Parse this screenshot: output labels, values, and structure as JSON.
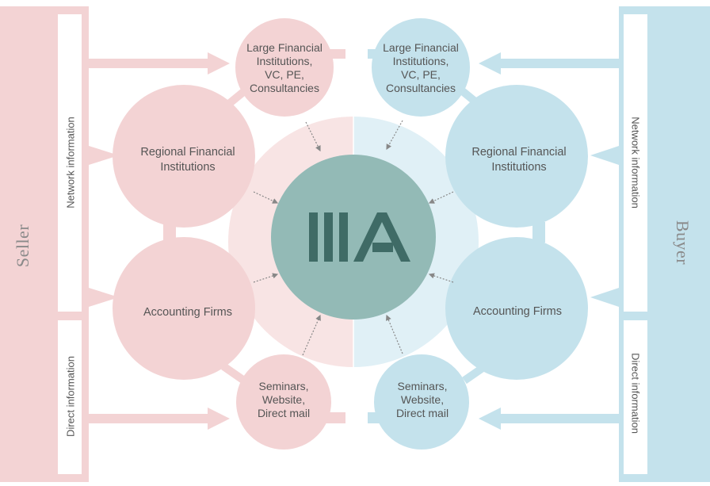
{
  "colors": {
    "seller": "#f3d3d4",
    "seller_light": "#f8e4e4",
    "buyer": "#c4e2ec",
    "buyer_light": "#e0f0f6",
    "center": "#93bab6",
    "logo": "#3f6b66",
    "text": "#555555",
    "side_text": "#8a8a8a",
    "arrow_dotted": "#888888"
  },
  "center": {
    "logo_icon": "iia-logo-icon"
  },
  "seller": {
    "title": "Seller",
    "channel_network": "Network information",
    "channel_direct": "Direct information",
    "nodes": {
      "large": [
        "Large Financial",
        "Institutions,",
        "VC, PE,",
        "Consultancies"
      ],
      "regional": [
        "Regional Financial",
        "Institutions"
      ],
      "accounting": [
        "Accounting Firms"
      ],
      "seminars": [
        "Seminars,",
        "Website,",
        "Direct mail"
      ]
    }
  },
  "buyer": {
    "title": "Buyer",
    "channel_network": "Network information",
    "channel_direct": "Direct information",
    "nodes": {
      "large": [
        "Large Financial",
        "Institutions,",
        "VC, PE,",
        "Consultancies"
      ],
      "regional": [
        "Regional Financial",
        "Institutions"
      ],
      "accounting": [
        "Accounting Firms"
      ],
      "seminars": [
        "Seminars,",
        "Website,",
        "Direct mail"
      ]
    }
  }
}
